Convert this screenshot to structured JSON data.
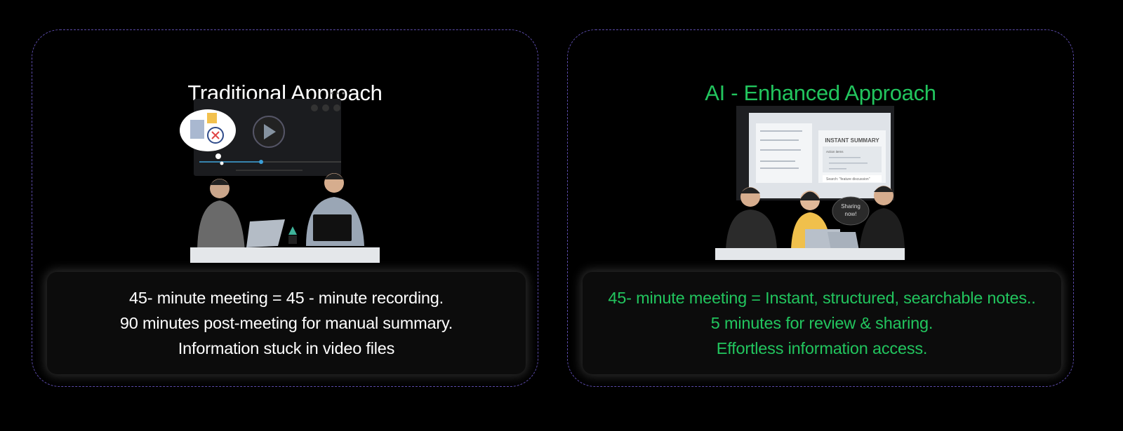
{
  "traditional": {
    "title": "Traditional Approach",
    "lines": [
      "45- minute meeting = 45 - minute recording.",
      "90 minutes post-meeting for manual summary.",
      "Information stuck in video files"
    ]
  },
  "ai_enhanced": {
    "title": "AI - Enhanced Approach",
    "lines": [
      "45- minute meeting = Instant, structured, searchable notes..",
      "5 minutes for review & sharing.",
      "Effortless information access."
    ],
    "illustration": {
      "summary_heading": "INSTANT SUMMARY",
      "action_items": "Action items",
      "search": "Search: \"feature discussion\"",
      "speech_bubble": "Sharing now!"
    }
  },
  "colors": {
    "accent_green": "#22c55e",
    "border_purple": "#5a4aa8"
  }
}
